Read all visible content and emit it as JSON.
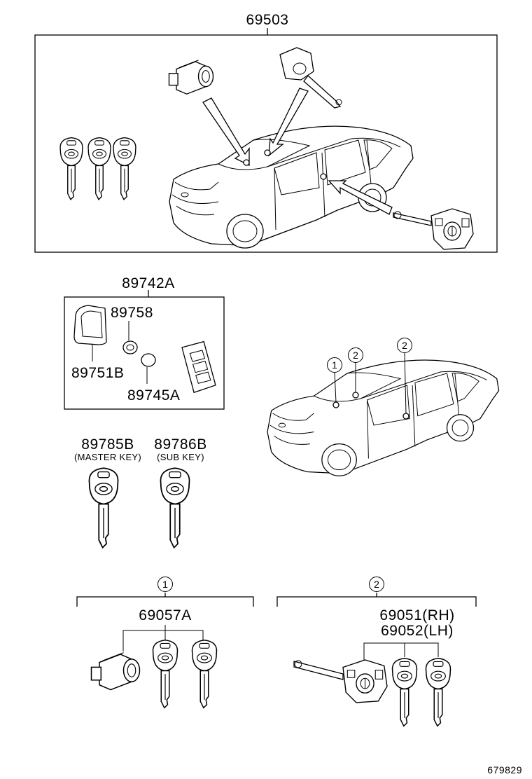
{
  "labels": {
    "kit_main": "69503",
    "remote_set": "89742A",
    "transmitter_case": "89758",
    "transmitter_cover": "89751B",
    "battery": "89745A",
    "master_key_no": "89785B",
    "master_key_note": "(MASTER KEY)",
    "sub_key_no": "89786B",
    "sub_key_note": "(SUB KEY)",
    "group1_no": "69057A",
    "group2_rh": "69051(RH)",
    "group2_lh": "69052(LH)",
    "callout_1": "1",
    "callout_2": "2",
    "figure_id": "679829"
  }
}
